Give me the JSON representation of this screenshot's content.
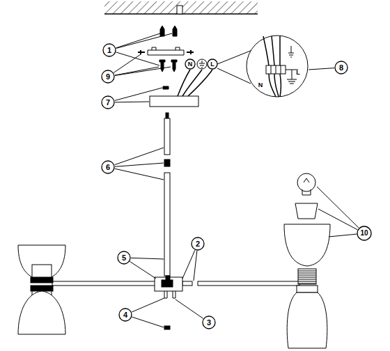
{
  "diagram": {
    "labels": [
      "1",
      "N",
      "L",
      "9",
      "8",
      "L",
      "N",
      "7",
      "6",
      "2",
      "10",
      "5",
      "4",
      "3"
    ]
  }
}
